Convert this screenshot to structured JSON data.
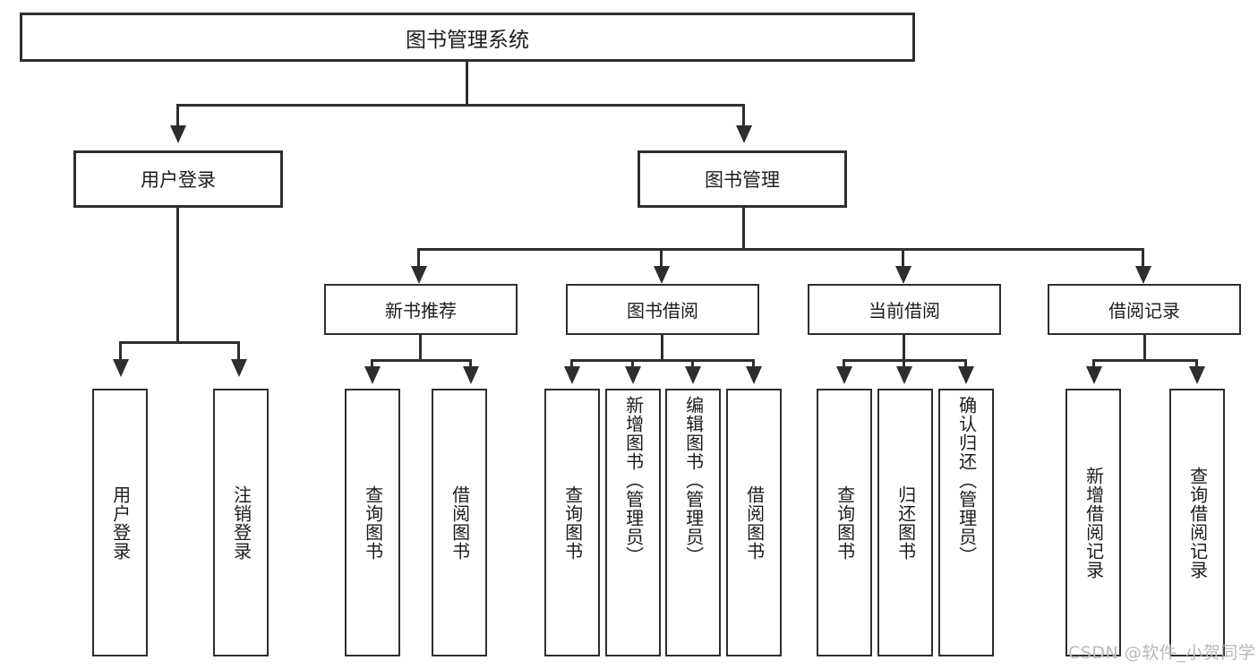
{
  "diagram": {
    "type": "tree-hierarchy-chart",
    "title": "图书管理系统",
    "root": {
      "label": "图书管理系统",
      "level": 1
    },
    "level2": [
      {
        "label": "用户登录"
      },
      {
        "label": "图书管理"
      }
    ],
    "level3": [
      {
        "label": "新书推荐"
      },
      {
        "label": "图书借阅"
      },
      {
        "label": "当前借阅"
      },
      {
        "label": "借阅记录"
      }
    ],
    "leaves": {
      "user_login": [
        {
          "label": "用户登录"
        },
        {
          "label": "注销登录"
        }
      ],
      "new_book": [
        {
          "label": "查询图书"
        },
        {
          "label": "借阅图书"
        }
      ],
      "book_borrow": [
        {
          "label": "查询图书"
        },
        {
          "label": "新增图书（管理员）"
        },
        {
          "label": "编辑图书（管理员）"
        },
        {
          "label": "借阅图书"
        }
      ],
      "current_borrow": [
        {
          "label": "查询图书"
        },
        {
          "label": "归还图书"
        },
        {
          "label": "确认归还（管理员）"
        }
      ],
      "borrow_record": [
        {
          "label": "新增借阅记录"
        },
        {
          "label": "查询借阅记录"
        }
      ]
    }
  },
  "watermark": {
    "text": "CSDN @软件_小贺同学"
  },
  "colors": {
    "stroke": "#2e2e2e",
    "background": "#ffffff",
    "text": "#1c1c1c",
    "watermark": "#b9b9b9"
  }
}
